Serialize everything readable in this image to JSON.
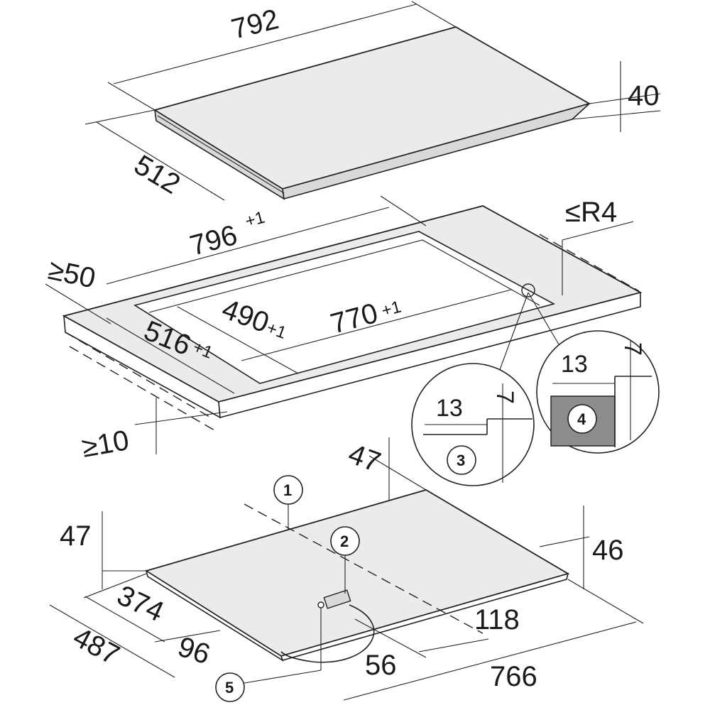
{
  "hob_top": {
    "width": "792",
    "depth": "512",
    "height": "40"
  },
  "cutout": {
    "outer_width": "796",
    "outer_width_tol": "+1",
    "radius": "≤R4",
    "front_clearance": "≥50",
    "depth_outer": "516",
    "depth_outer_tol": "+1",
    "depth_inner": "490",
    "depth_inner_tol": "+1",
    "width_inner": "770",
    "width_inner_tol": "+1",
    "bottom_clearance": "≥10"
  },
  "details": {
    "detail_a_width": "13",
    "detail_a_height": "7",
    "detail_a_label": "3",
    "detail_b_width": "13",
    "detail_b_height": "7",
    "detail_b_label": "4"
  },
  "hob_bottom": {
    "rear_height": "47",
    "front_height": "47",
    "right_height": "46",
    "d374": "374",
    "d487": "487",
    "d96": "96",
    "d56": "56",
    "d118": "118",
    "d766": "766"
  },
  "callouts": {
    "c1": "1",
    "c2": "2",
    "c5": "5"
  }
}
